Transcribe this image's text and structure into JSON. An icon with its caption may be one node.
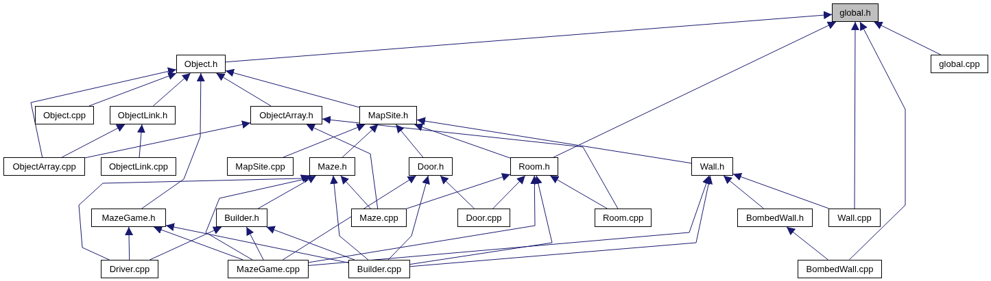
{
  "diagram": {
    "nodes": [
      {
        "text": [
          "global.h"
        ]
      },
      {
        "text": [
          "Object.h"
        ]
      },
      {
        "text": [
          "global.cpp"
        ]
      },
      {
        "text": [
          "Object.cpp"
        ]
      },
      {
        "text": [
          "ObjectLink.h"
        ]
      },
      {
        "text": [
          "ObjectArray.h"
        ]
      },
      {
        "text": [
          "MapSite.h"
        ]
      },
      {
        "text": [
          "ObjectArray.cpp"
        ]
      },
      {
        "text": [
          "ObjectLink.cpp"
        ]
      },
      {
        "text": [
          "MapSite.cpp"
        ]
      },
      {
        "text": [
          "Maze.h"
        ]
      },
      {
        "text": [
          "Door.h"
        ]
      },
      {
        "text": [
          "Room.h"
        ]
      },
      {
        "text": [
          "Wall.h"
        ]
      },
      {
        "text": [
          "MazeGame.h"
        ]
      },
      {
        "text": [
          "Builder.h"
        ]
      },
      {
        "text": [
          "Maze.cpp"
        ]
      },
      {
        "text": [
          "Door.cpp"
        ]
      },
      {
        "text": [
          "Room.cpp"
        ]
      },
      {
        "text": [
          "BombedWall.h"
        ]
      },
      {
        "text": [
          "Wall.cpp"
        ]
      },
      {
        "text": [
          "Driver.cpp"
        ]
      },
      {
        "text": [
          "MazeGame.cpp"
        ]
      },
      {
        "text": [
          "Builder.cpp"
        ]
      },
      {
        "text": [
          "BombedWall.cpp"
        ]
      }
    ],
    "edges": [
      {
        "from": 1,
        "to": 0,
        "arrow": "to"
      },
      {
        "from": 12,
        "to": 0,
        "arrow": "to"
      },
      {
        "from": 20,
        "to": 0,
        "arrow": "to"
      },
      {
        "from": 24,
        "to": 0,
        "arrow": "to"
      },
      {
        "from": 2,
        "to": 0,
        "arrow": "to"
      },
      {
        "from": 7,
        "to": 1,
        "arrow": "to"
      },
      {
        "from": 3,
        "to": 1,
        "arrow": "to"
      },
      {
        "from": 4,
        "to": 1,
        "arrow": "to"
      },
      {
        "from": 14,
        "to": 1,
        "arrow": "to"
      },
      {
        "from": 5,
        "to": 1,
        "arrow": "to"
      },
      {
        "from": 6,
        "to": 1,
        "arrow": "to"
      },
      {
        "from": 7,
        "to": 4,
        "arrow": "to"
      },
      {
        "from": 8,
        "to": 4,
        "arrow": "to"
      },
      {
        "from": 7,
        "to": 5,
        "arrow": "to"
      },
      {
        "from": 16,
        "to": 5,
        "arrow": "to"
      },
      {
        "from": 18,
        "to": 5,
        "arrow": "to"
      },
      {
        "from": 9,
        "to": 6,
        "arrow": "to"
      },
      {
        "from": 10,
        "to": 6,
        "arrow": "to"
      },
      {
        "from": 11,
        "to": 6,
        "arrow": "to"
      },
      {
        "from": 12,
        "to": 6,
        "arrow": "to"
      },
      {
        "from": 13,
        "to": 6,
        "arrow": "to"
      },
      {
        "from": 21,
        "to": 10,
        "arrow": "to"
      },
      {
        "from": 22,
        "to": 10,
        "arrow": "to"
      },
      {
        "from": 15,
        "to": 10,
        "arrow": "to"
      },
      {
        "from": 23,
        "to": 10,
        "arrow": "to"
      },
      {
        "from": 16,
        "to": 10,
        "arrow": "to"
      },
      {
        "from": 22,
        "to": 11,
        "arrow": "to"
      },
      {
        "from": 23,
        "to": 11,
        "arrow": "to"
      },
      {
        "from": 17,
        "to": 11,
        "arrow": "to"
      },
      {
        "from": 16,
        "to": 12,
        "arrow": "to"
      },
      {
        "from": 17,
        "to": 12,
        "arrow": "to"
      },
      {
        "from": 22,
        "to": 12,
        "arrow": "to"
      },
      {
        "from": 23,
        "to": 12,
        "arrow": "to"
      },
      {
        "from": 18,
        "to": 12,
        "arrow": "to"
      },
      {
        "from": 22,
        "to": 13,
        "arrow": "to"
      },
      {
        "from": 23,
        "to": 13,
        "arrow": "to"
      },
      {
        "from": 19,
        "to": 13,
        "arrow": "to"
      },
      {
        "from": 20,
        "to": 13,
        "arrow": "to"
      },
      {
        "from": 21,
        "to": 14,
        "arrow": "to"
      },
      {
        "from": 22,
        "to": 14,
        "arrow": "to"
      },
      {
        "from": 23,
        "to": 14,
        "arrow": "to"
      },
      {
        "from": 21,
        "to": 15,
        "arrow": "to"
      },
      {
        "from": 22,
        "to": 15,
        "arrow": "to"
      },
      {
        "from": 23,
        "to": 15,
        "arrow": "to"
      },
      {
        "from": 24,
        "to": 19,
        "arrow": "to"
      }
    ]
  }
}
